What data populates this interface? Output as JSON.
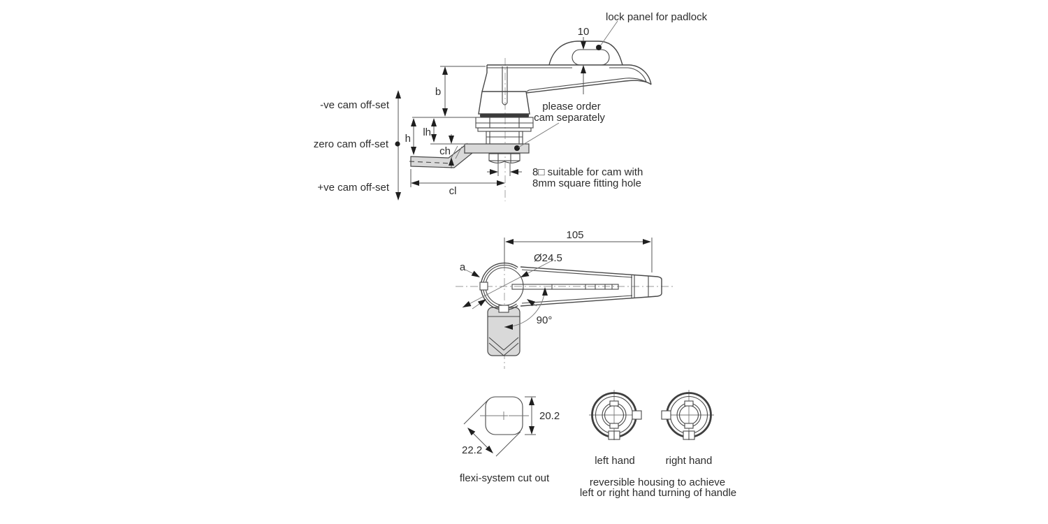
{
  "drawing": {
    "title_context": "cam lock handle technical drawing",
    "colors": {
      "line": "#474747",
      "text": "#2d2d2d",
      "gray_fill": "#d9d9d9",
      "centerline": "#9a9a9a",
      "background": "#ffffff"
    },
    "side": {
      "lock_panel_note": "lock panel for padlock",
      "dim_10": "10",
      "dim_b": "b",
      "neg_offset": "-ve cam off-set",
      "zero_offset": "zero cam off-set",
      "pos_offset": "+ve cam off-set",
      "dim_h": "h",
      "dim_lh": "lh",
      "dim_ch": "ch",
      "dim_cl": "cl",
      "order_note_line1": "please order",
      "order_note_line2": "cam separately",
      "square_note_line1": "8□ suitable for cam with",
      "square_note_line2": "8mm square fitting hole"
    },
    "plan": {
      "dim_105": "105",
      "dim_diameter": "Ø24.5",
      "dim_a": "a",
      "dim_90": "90°"
    },
    "flexi": {
      "dim_20_2": "20.2",
      "dim_22_2": "22.2",
      "caption": "flexi-system cut out"
    },
    "housing": {
      "left_label": "left hand",
      "right_label": "right hand",
      "caption_line1": "reversible housing to achieve",
      "caption_line2": "left or right hand turning of handle"
    }
  }
}
